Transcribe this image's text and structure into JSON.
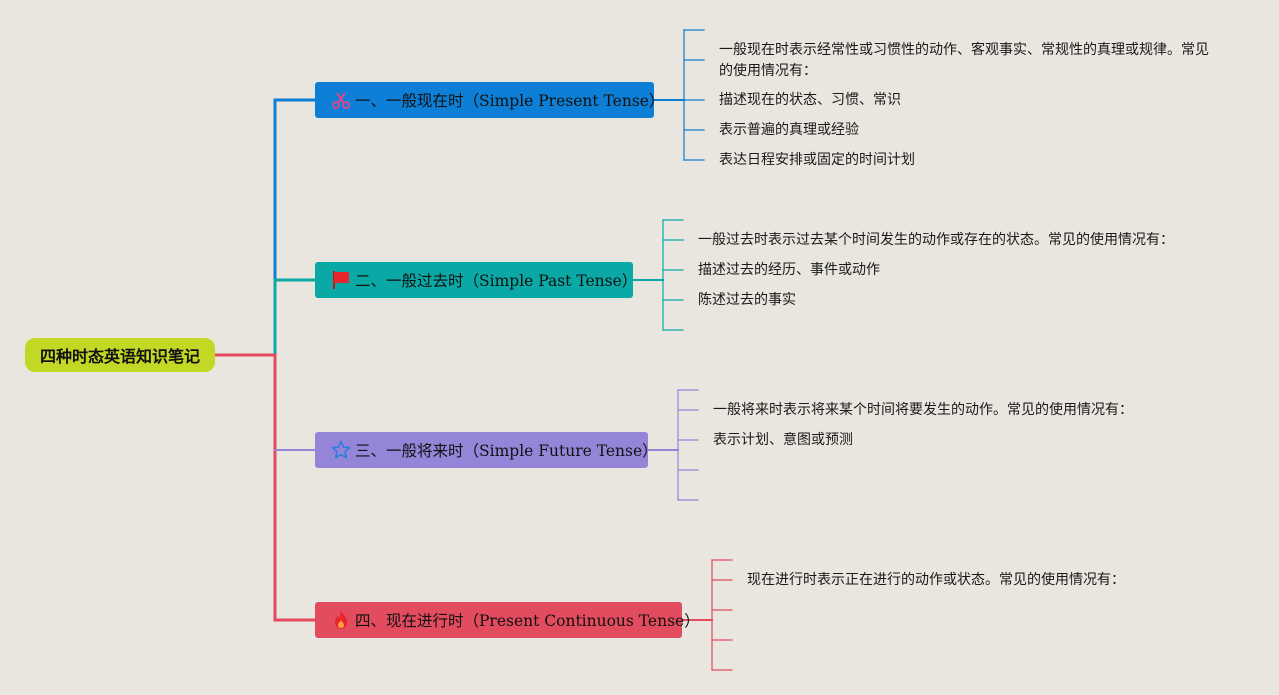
{
  "root": {
    "title": "四种时态英语知识笔记",
    "color": "#c3d824"
  },
  "branches": [
    {
      "label": "一、一般现在时（Simple Present Tense）",
      "icon": "scissors-icon",
      "color": "#0e7fd6",
      "leaves": [
        "一般现在时表示经常性或习惯性的动作、客观事实、常规性的真理或规律。常见的使用情况有：",
        "描述现在的状态、习惯、常识",
        "表示普遍的真理或经验",
        "表达日程安排或固定的时间计划"
      ]
    },
    {
      "label": "二、一般过去时（Simple Past Tense）",
      "icon": "flag-icon",
      "color": "#0aa9a5",
      "leaves": [
        "一般过去时表示过去某个时间发生的动作或存在的状态。常见的使用情况有：",
        "描述过去的经历、事件或动作",
        "陈述过去的事实"
      ]
    },
    {
      "label": "三、一般将来时（Simple Future Tense）",
      "icon": "star-icon",
      "color": "#9585d8",
      "leaves": [
        "一般将来时表示将来某个时间将要发生的动作。常见的使用情况有：",
        "表示计划、意图或预测"
      ]
    },
    {
      "label": "四、现在进行时（Present Continuous Tense）",
      "icon": "fire-icon",
      "color": "#e34b5e",
      "leaves": [
        "现在进行时表示正在进行的动作或状态。常见的使用情况有："
      ]
    }
  ]
}
